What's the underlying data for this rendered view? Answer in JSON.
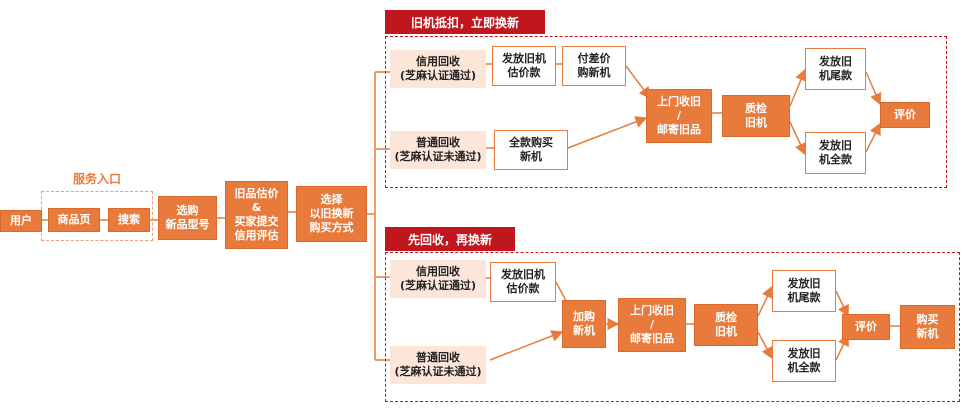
{
  "colors": {
    "accent": "#e87b3c",
    "pale": "#fbe6d9",
    "banner": "#c0161e",
    "dashed_group": "#c0161e"
  },
  "entry_label": "服务入口",
  "flow_left": {
    "user": "用户",
    "product_page": "商品页",
    "search": "搜索",
    "choose_model": "选购\n新品型号",
    "estimate": "旧品估价\n&\n买家提交\n信用评估",
    "choose_method": "选择\n以旧换新\n购买方式"
  },
  "top": {
    "banner": "旧机抵扣，立即换新",
    "credit_recycle": "信用回收\n(芝麻认证通过)",
    "normal_recycle": "普通回收\n(芝麻认证未通过)",
    "issue_old_price": "发放旧机\n估价款",
    "pay_diff": "付差价\n购新机",
    "full_pay": "全款购买\n新机",
    "pickup": "上门收旧\n/\n邮寄旧品",
    "inspect": "质检\n旧机",
    "balance": "发放旧\n机尾款",
    "full_payout": "发放旧\n机全款",
    "review": "评价"
  },
  "bottom": {
    "banner": "先回收，再换新",
    "credit_recycle": "信用回收\n(芝麻认证通过)",
    "normal_recycle": "普通回收\n(芝麻认证未通过)",
    "issue_old_price": "发放旧机\n估价款",
    "add_new": "加购\n新机",
    "pickup": "上门收旧\n/\n邮寄旧品",
    "inspect": "质检\n旧机",
    "balance": "发放旧\n机尾款",
    "full_payout": "发放旧\n机全款",
    "review": "评价",
    "buy_new": "购买\n新机"
  }
}
